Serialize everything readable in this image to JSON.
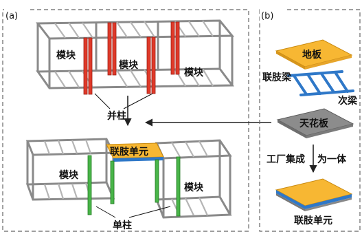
{
  "panel_a": {
    "tag": "(a)",
    "module_label": "模块",
    "parallel_column_label": "并柱",
    "connection_unit_label": "联肢单元",
    "single_column_label": "单柱"
  },
  "panel_b": {
    "tag": "(b)",
    "floor_slab_label": "地板",
    "connection_beam_label": "联肢梁",
    "secondary_beam_label": "次梁",
    "ceiling_slab_label": "天花板",
    "factory_integration_label": "工厂集成",
    "integrated_label": "为一体",
    "connection_unit_label": "联肢单元"
  },
  "colors": {
    "frame": "#8a8a8a",
    "frame_light": "#c9c9c9",
    "column_red": "#e03a2a",
    "column_green": "#49b549",
    "slab_orange": "#f7b733",
    "beam_blue": "#2f78c8",
    "ceiling_gray": "#8c8c8c",
    "arrow": "#222222",
    "dash": "#666666"
  }
}
